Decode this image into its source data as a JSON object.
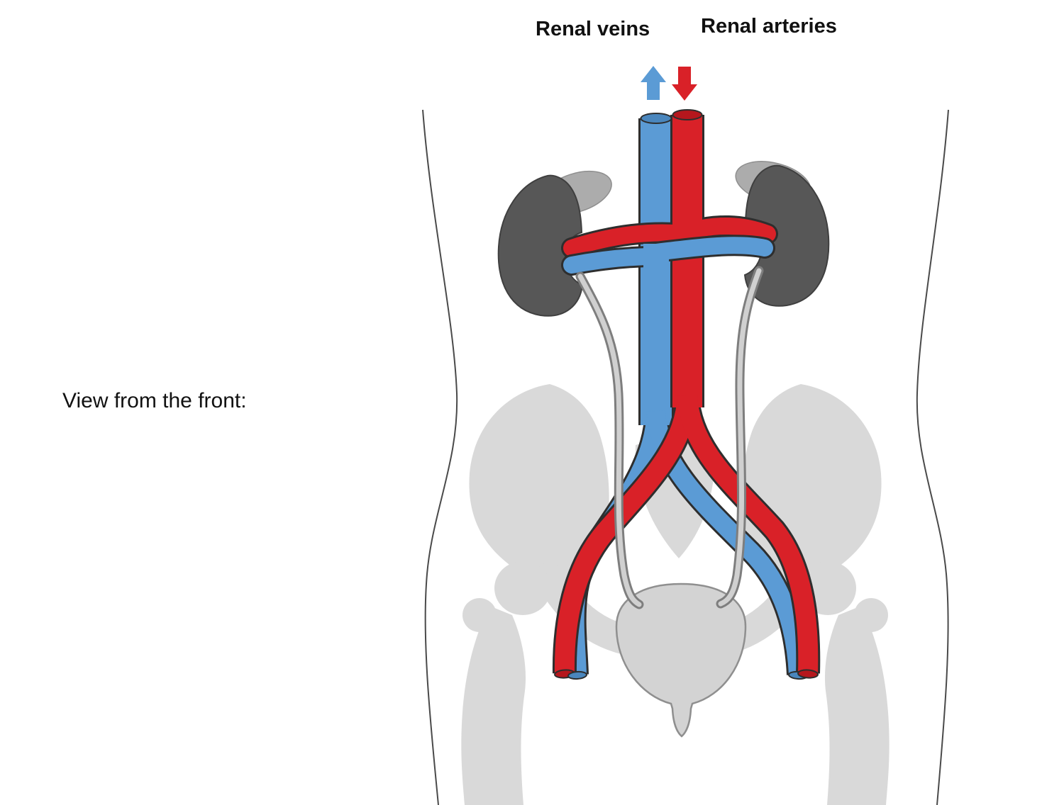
{
  "labels": {
    "renal_veins": "Renal veins",
    "renal_arteries": "Renal arteries",
    "view_caption": "View from the front:"
  },
  "icons": {
    "vein_arrow": "arrow-up",
    "artery_arrow": "arrow-down"
  },
  "colors": {
    "background": "#FFFFFF",
    "text": "#111111",
    "vein_blue": "#5B9BD5",
    "vein_dark": "#4A86BD",
    "artery_red": "#D92128",
    "artery_dark": "#B5171D",
    "vessel_outline": "#2E2E2E",
    "kidney_gray": "#575757",
    "kidney_outline": "#3F3F3F",
    "adrenal_gray": "#ACACAC",
    "adrenal_outline": "#8F8F8F",
    "bone_gray": "#D9D9D9",
    "bladder_gray": "#D3D3D3",
    "bladder_outline": "#8F8F8F",
    "ureter_outer": "#7E7E7E",
    "ureter_inner": "#D0D0D0",
    "body_line": "#4A4A4A"
  }
}
